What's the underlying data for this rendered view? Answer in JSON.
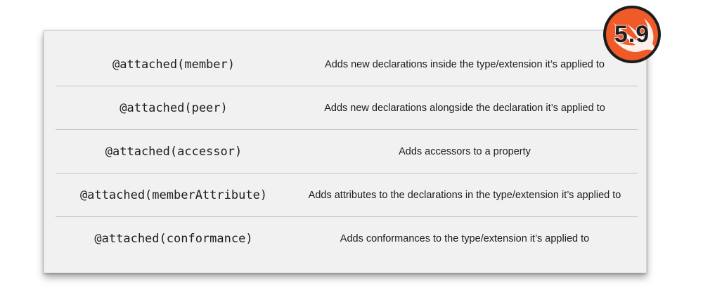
{
  "macros_table": {
    "rows": [
      {
        "attribute": "@attached(member)",
        "description": "Adds new declarations inside the type/extension it’s applied to"
      },
      {
        "attribute": "@attached(peer)",
        "description": "Adds new declarations alongside the declaration it’s applied to"
      },
      {
        "attribute": "@attached(accessor)",
        "description": "Adds accessors to a property"
      },
      {
        "attribute": "@attached(memberAttribute)",
        "description": "Adds attributes to the declarations in the type/extension it’s applied to"
      },
      {
        "attribute": "@attached(conformance)",
        "description": "Adds conformances to the type/extension it’s applied to"
      }
    ]
  },
  "badge": {
    "version": "5.9",
    "icon": "swift-logo-icon",
    "color": "#f05a28"
  }
}
